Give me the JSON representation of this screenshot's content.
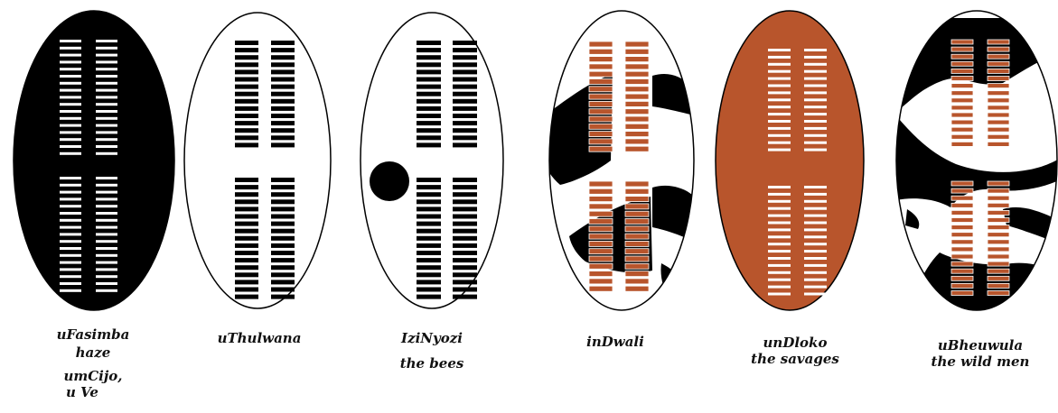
{
  "shields": [
    {
      "id": "ufasimba",
      "fill": "#000000",
      "stripe_color": "#ffffff",
      "pattern": "solid",
      "caption": [
        "uFasimba",
        "haze",
        "umCijo,",
        "u Ve"
      ]
    },
    {
      "id": "uthulwana",
      "fill": "#ffffff",
      "stripe_color": "#000000",
      "pattern": "plain",
      "caption": [
        "uThulwana"
      ]
    },
    {
      "id": "izinyozi",
      "fill": "#ffffff",
      "stripe_color": "#000000",
      "pattern": "spot",
      "caption": [
        "IziNyozi",
        "the bees"
      ]
    },
    {
      "id": "indwali",
      "fill": "#ffffff",
      "stripe_color": "#b8552c",
      "pattern": "patched",
      "caption": [
        "inDwali"
      ]
    },
    {
      "id": "undloko",
      "fill": "#b8552c",
      "stripe_color": "#ffffff",
      "pattern": "solid",
      "caption": [
        "unDloko",
        "the savages"
      ]
    },
    {
      "id": "ubheuwula",
      "fill": "#ffffff",
      "stripe_color": "#b8552c",
      "pattern": "patched-heavy",
      "caption": [
        "uBheuwula",
        "the wild men"
      ]
    }
  ],
  "colors": {
    "outline": "#000000",
    "brown": "#b8552c",
    "black": "#000000",
    "white": "#ffffff"
  }
}
